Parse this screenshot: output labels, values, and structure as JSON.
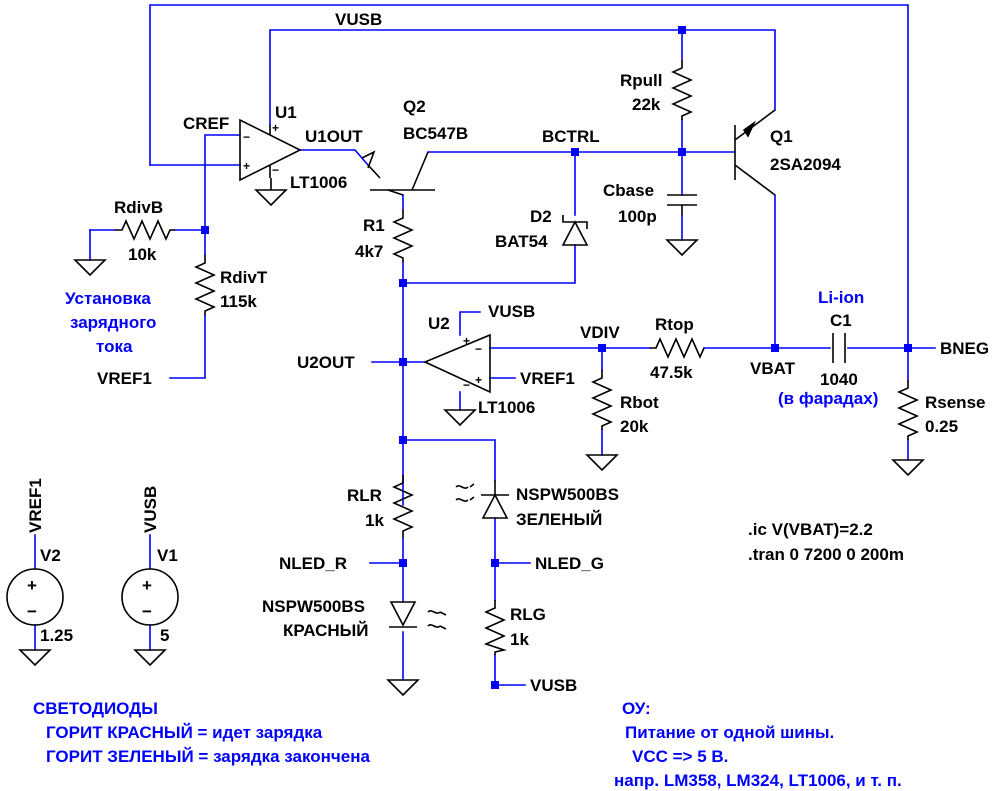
{
  "colors": {
    "wire": "#0000ff",
    "symbol": "#000000",
    "comment": "#0000ff",
    "background": "#ffffff"
  },
  "nets": {
    "vusb_top": "VUSB",
    "cref": "CREF",
    "u1out": "U1OUT",
    "bctrl": "BCTRL",
    "vusb_u2": "VUSB",
    "vdiv": "VDIV",
    "vbat": "VBAT",
    "bneg": "BNEG",
    "u2out": "U2OUT",
    "vref1_u2": "VREF1",
    "vref1_div": "VREF1",
    "nled_r": "NLED_R",
    "nled_g": "NLED_G",
    "vusb_bottom": "VUSB",
    "vref1_v2": "VREF1",
    "vusb_v1": "VUSB"
  },
  "components": {
    "u1": {
      "ref": "U1",
      "value": "LT1006"
    },
    "u2": {
      "ref": "U2",
      "value": "LT1006"
    },
    "q2": {
      "ref": "Q2",
      "value": "BC547B"
    },
    "q1": {
      "ref": "Q1",
      "value": "2SA2094"
    },
    "rpull": {
      "ref": "Rpull",
      "value": "22k"
    },
    "cbase": {
      "ref": "Cbase",
      "value": "100p"
    },
    "r1": {
      "ref": "R1",
      "value": "4k7"
    },
    "d2": {
      "ref": "D2",
      "value": "BAT54"
    },
    "rdivb": {
      "ref": "RdivB",
      "value": "10k"
    },
    "rdivt": {
      "ref": "RdivT",
      "value": "115k"
    },
    "rtop": {
      "ref": "Rtop",
      "value": "47.5k"
    },
    "rbot": {
      "ref": "Rbot",
      "value": "20k"
    },
    "c1": {
      "ref": "C1",
      "value": "1040",
      "note_top": "Li-ion",
      "note_bottom": "(в фарадах)"
    },
    "rsense": {
      "ref": "Rsense",
      "value": "0.25"
    },
    "rlr": {
      "ref": "RLR",
      "value": "1k"
    },
    "rlg": {
      "ref": "RLG",
      "value": "1k"
    },
    "led_red": {
      "ref": "NSPW500BS",
      "value": "КРАСНЫЙ"
    },
    "led_green": {
      "ref": "NSPW500BS",
      "value": "ЗЕЛЕНЫЙ"
    },
    "v2": {
      "ref": "V2",
      "value": "1.25"
    },
    "v1": {
      "ref": "V1",
      "value": "5"
    }
  },
  "pin_marks": {
    "plus": "+",
    "minus": "−"
  },
  "directives": {
    "ic": ".ic V(VBAT)=2.2",
    "tran": ".tran 0 7200 0 200m"
  },
  "comments": {
    "charge_set": [
      "Установка",
      "зарядного",
      "тока"
    ],
    "leds": [
      "СВЕТОДИОДЫ",
      "ГОРИТ КРАСНЫЙ = идет зарядка",
      "ГОРИТ ЗЕЛЕНЫЙ = зарядка закончена"
    ],
    "opamp": [
      "ОУ:",
      "Питание от одной шины.",
      "VCC => 5 В.",
      "напр. LM358, LM324, LT1006, и т. п."
    ]
  }
}
